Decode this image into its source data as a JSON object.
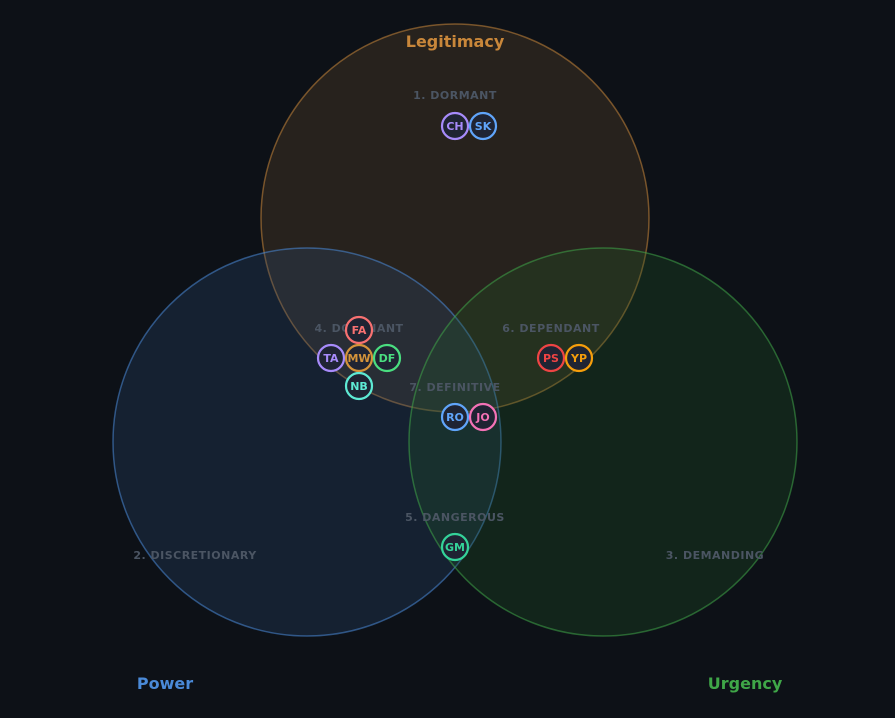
{
  "circles": {
    "legitimacy": {
      "title": "Legitimacy",
      "color": "#c9873a",
      "fill": "#6b5030"
    },
    "power": {
      "title": "Power",
      "color": "#4a8ad8",
      "fill": "#2a4a78"
    },
    "urgency": {
      "title": "Urgency",
      "color": "#3fa648",
      "fill": "#1f5a28"
    }
  },
  "regions": {
    "dormant": "1. DORMANT",
    "discretionary": "2. DISCRETIONARY",
    "demanding": "3. DEMANDING",
    "dominant": "4. DOMINANT",
    "dangerous": "5. DANGEROUS",
    "dependant": "6. DEPENDANT",
    "definitive": "7. DEFINITIVE"
  },
  "stakeholders": [
    {
      "initials": "CH",
      "region": "dormant",
      "color": "#a78bfa"
    },
    {
      "initials": "SK",
      "region": "dormant",
      "color": "#60a5fa"
    },
    {
      "initials": "FA",
      "region": "dominant",
      "color": "#f87171"
    },
    {
      "initials": "TA",
      "region": "dominant",
      "color": "#a78bfa"
    },
    {
      "initials": "MW",
      "region": "dominant",
      "color": "#d4933a"
    },
    {
      "initials": "DF",
      "region": "dominant",
      "color": "#4ade80"
    },
    {
      "initials": "NB",
      "region": "dominant",
      "color": "#5eead4"
    },
    {
      "initials": "PS",
      "region": "dependant",
      "color": "#ef4444"
    },
    {
      "initials": "YP",
      "region": "dependant",
      "color": "#f59e0b"
    },
    {
      "initials": "RO",
      "region": "definitive",
      "color": "#60a5fa"
    },
    {
      "initials": "JO",
      "region": "definitive",
      "color": "#f472b6"
    },
    {
      "initials": "GM",
      "region": "dangerous",
      "color": "#34d399"
    }
  ]
}
